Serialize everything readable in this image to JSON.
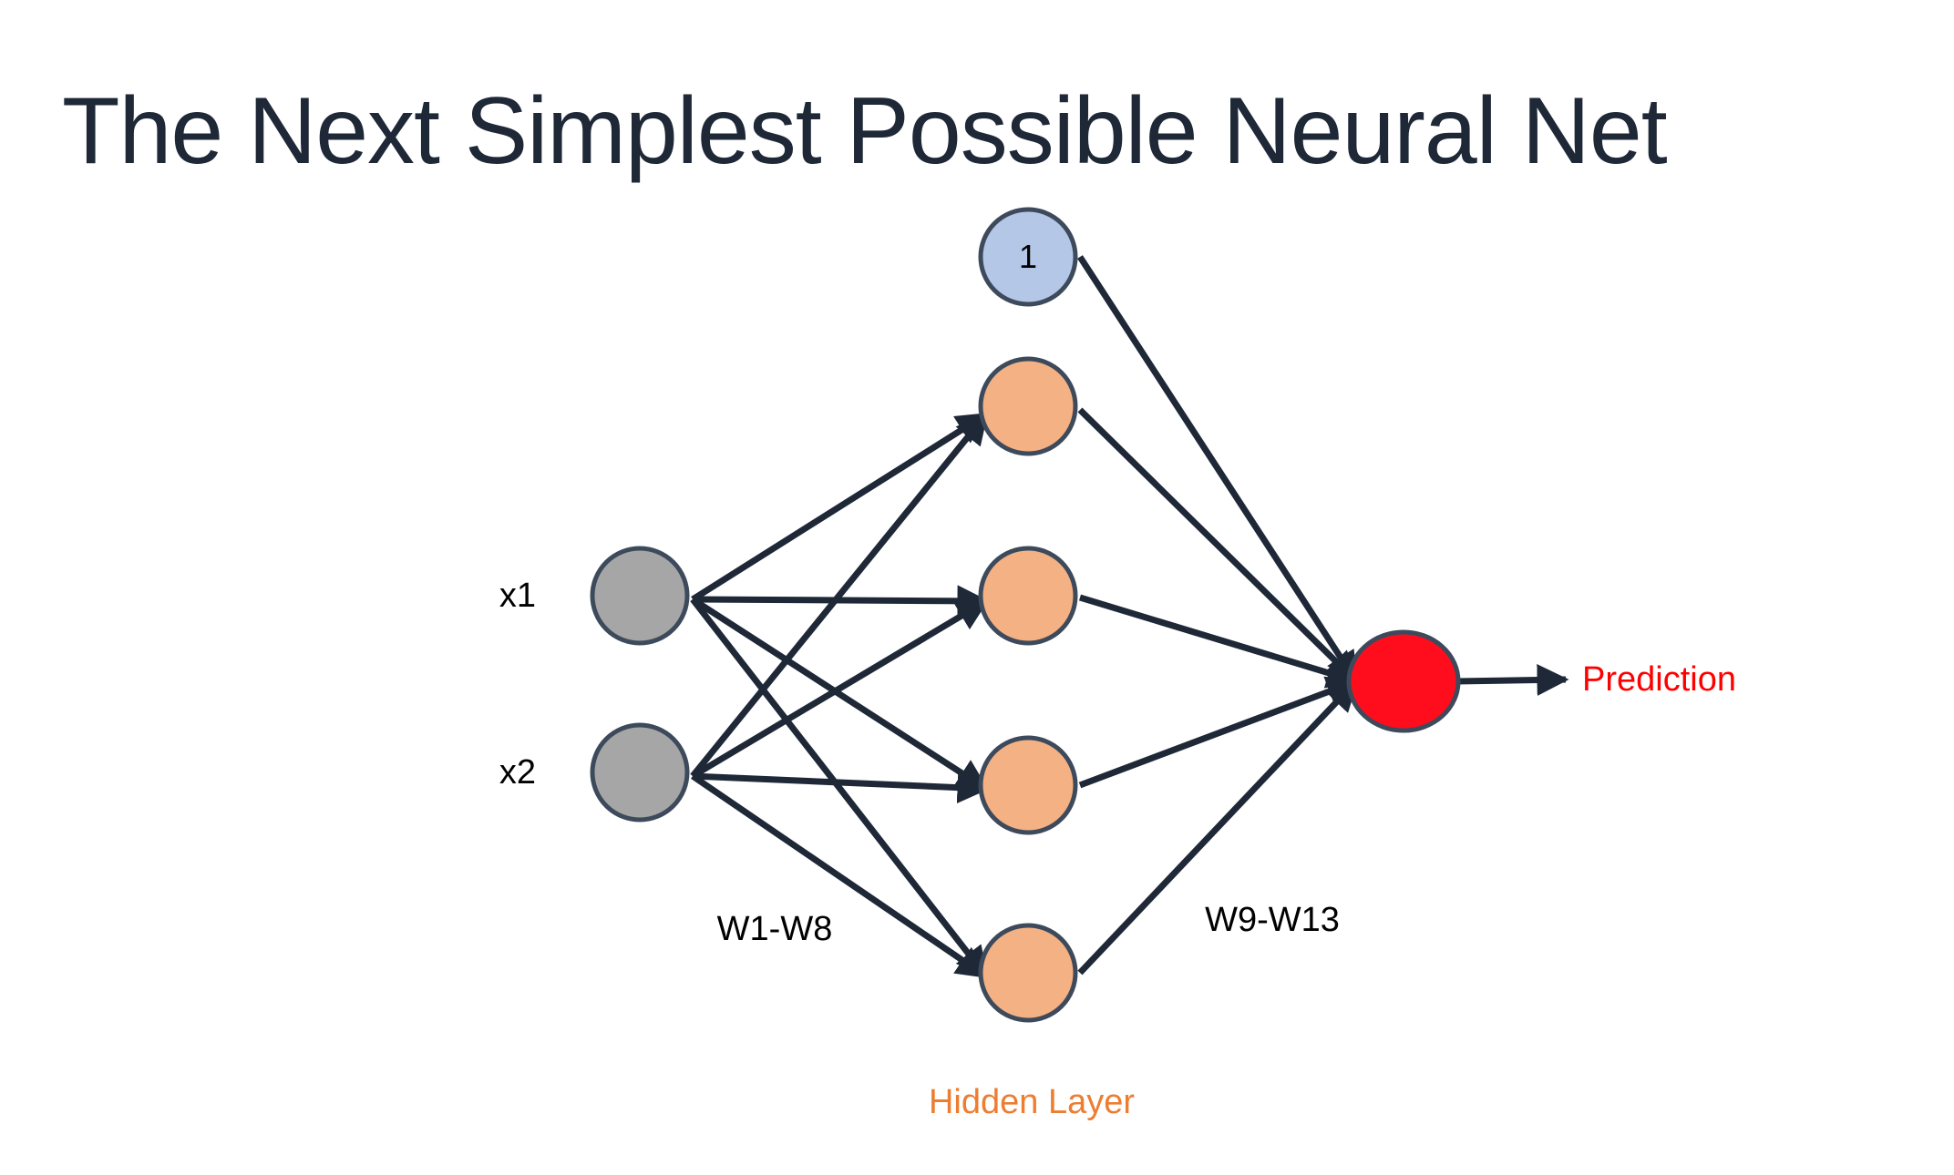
{
  "title": "The Next Simplest Possible Neural Net",
  "inputs": {
    "x1_label": "x1",
    "x2_label": "x2"
  },
  "bias": {
    "label": "1"
  },
  "weights": {
    "input_to_hidden_label": "W1-W8",
    "hidden_to_output_label": "W9-W13"
  },
  "hidden_layer": {
    "label": "Hidden Layer"
  },
  "output": {
    "label": "Prediction"
  },
  "colors": {
    "title": "#1f2837",
    "edge": "#1f2837",
    "node_stroke": "#3d4a5c",
    "input_node": "#a6a6a6",
    "bias_node": "#b4c7e7",
    "hidden_node": "#f4b183",
    "output_node": "#ff0d1c",
    "hidden_label": "#ed7d31",
    "prediction_label": "#ff0000"
  }
}
